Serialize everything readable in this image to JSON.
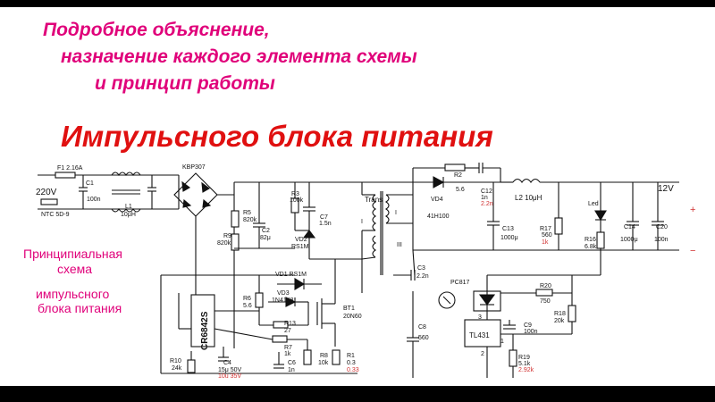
{
  "header": {
    "line1": "Подробное объяснение,",
    "line2": "назначение каждого элемента схемы",
    "line3": "и принцип работы",
    "title": "Импульсного блока питания"
  },
  "side_label": {
    "line1": "Принципиальная",
    "line2": "схема",
    "line3": "импульсного",
    "line4": "блока питания"
  },
  "schematic": {
    "fuse": "F1 2.16A",
    "input_voltage": "220V",
    "ntc": "NTC 5D-9",
    "c1": "C1",
    "c1_val": "100n",
    "l1": "L1",
    "l1_val": "10μH",
    "bridge": "KBP307",
    "r5": "R5",
    "r5_val": "820k",
    "r9": "R9",
    "r9_val": "820k",
    "c2": "C2",
    "c2_val": "82μ",
    "r3": "R3",
    "r3_val": "100k",
    "c7": "C7",
    "c7_val": "1.5n",
    "vd2": "VD2",
    "vd2_val": "RS1M",
    "trans": "Trans",
    "w1": "I",
    "w2": "I",
    "w3": "III",
    "r2": "R2",
    "r2_val": "5.6",
    "c12": "C12",
    "c12_val": "1n",
    "c12_val2": "2.2n",
    "vd4": "VD4",
    "vd4_val": "41H100",
    "l2": "L2 10μH",
    "out_voltage": "12V",
    "plus": "+",
    "minus": "−",
    "led": "Led",
    "c13": "C13",
    "c13_val": "1000μ",
    "r17": "R17",
    "r17_val": "560",
    "r17_val2": "1k",
    "r16": "R16",
    "r16_val": "6.8k",
    "c14": "C14",
    "c14_val": "1000μ",
    "c20": "C20",
    "c20_val": "100n",
    "vd1": "VD1 RS1M",
    "vd3": "VD3",
    "vd3_val": "1N4148",
    "r6": "R6",
    "r6_val": "5.6",
    "r13": "R13",
    "r13_val": "27",
    "bt1": "BT1",
    "bt1_val": "20N60",
    "c3": "C3",
    "c3_val": "2.2n",
    "pc817": "PC817",
    "r20": "R20",
    "r20_val": "750",
    "r18": "R18",
    "r18_val": "20k",
    "c8": "C8",
    "c8_val": "560",
    "ic": "CR6842S",
    "tl431": "TL431",
    "pin3": "3",
    "pin1": "1",
    "pin2": "2",
    "c9": "C9",
    "c9_val": "100n",
    "r19": "R19",
    "r19_val": "5.1k",
    "r19_val2": "2.92k",
    "r7": "R7",
    "r7_val": "1k",
    "r8": "R8",
    "r8_val": "10k",
    "r1": "R1",
    "r1_val": "0.3",
    "r1_val2": "0.33",
    "r10": "R10",
    "r10_val": "24k",
    "c4": "C4",
    "c4_val": "15μ 50V",
    "c4_val2": "10u 35V",
    "c6": "C6",
    "c6_val": "1n"
  }
}
